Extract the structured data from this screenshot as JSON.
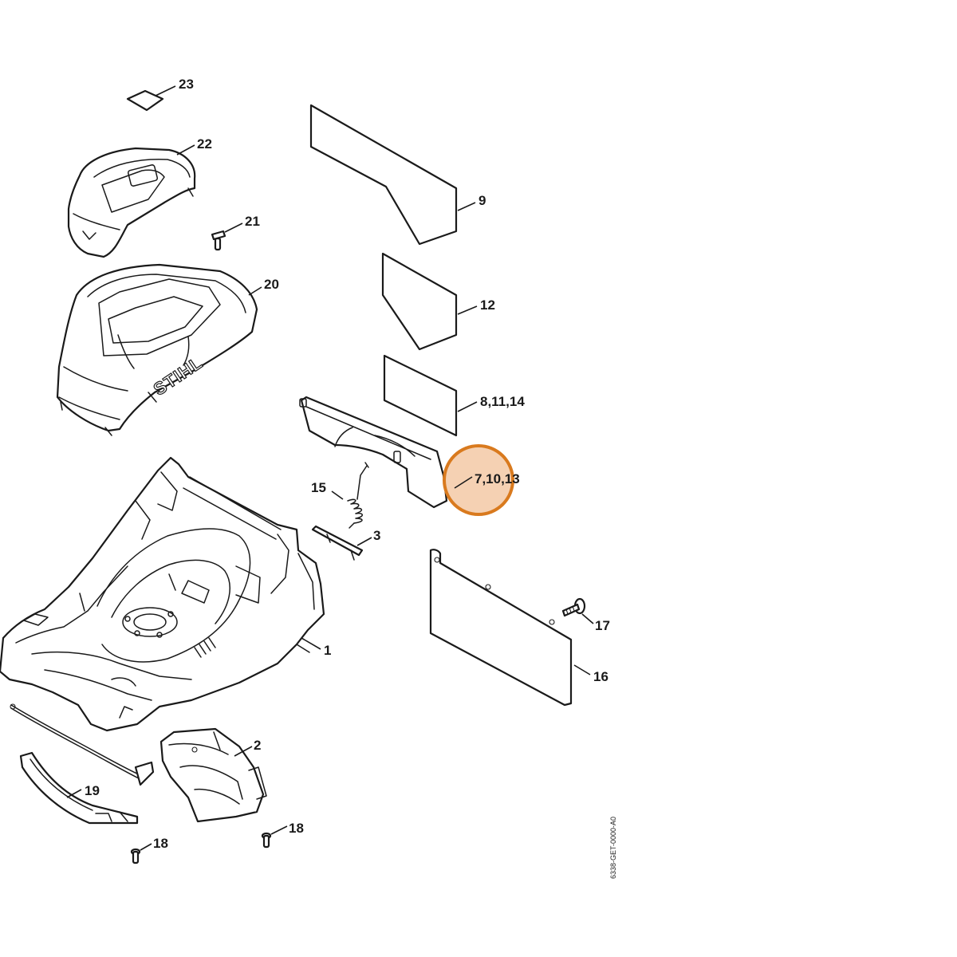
{
  "callouts": {
    "c23": "23",
    "c22": "22",
    "c21": "21",
    "c20": "20",
    "c9": "9",
    "c12": "12",
    "c8_11_14": "8,11,14",
    "c7_10_13": "7,10,13",
    "c15": "15",
    "c3": "3",
    "c17": "17",
    "c1": "1",
    "c16": "16",
    "c2": "2",
    "c19": "19",
    "c18a": "18",
    "c18b": "18"
  },
  "housing_logo": "STIHL",
  "drawing_ref": "6338-GET-0000-A0",
  "highlight": {
    "color": "#f3c9a6",
    "ring_color": "#d97a1e"
  }
}
